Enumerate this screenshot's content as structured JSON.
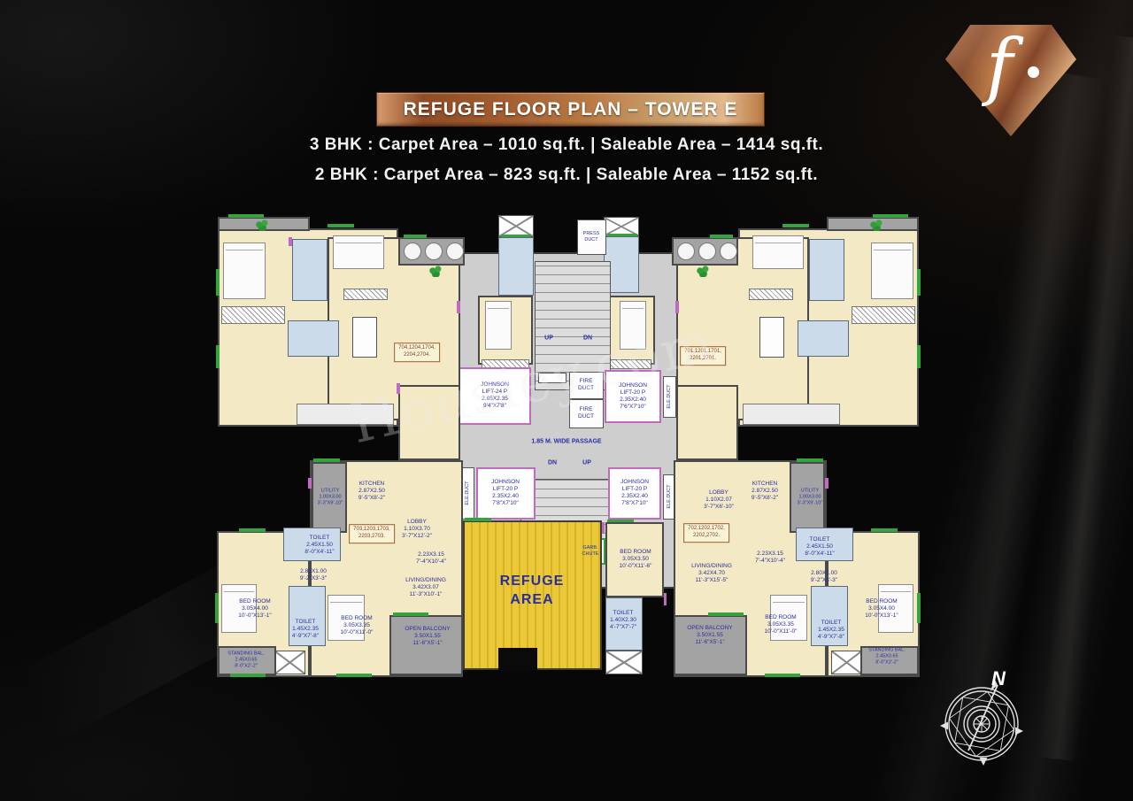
{
  "header": {
    "banner": "REFUGE FLOOR PLAN – TOWER E",
    "line1": "3 BHK : Carpet Area – 1010 sq.ft. | Saleable Area – 1414 sq.ft.",
    "line2": "2 BHK : Carpet Area – 823 sq.ft. | Saleable Area – 1152 sq.ft."
  },
  "logo": {
    "letter": "f"
  },
  "watermark": "Housiey.com",
  "compass": {
    "north": "N"
  },
  "colors": {
    "banner_copper": "#a05a2e",
    "room_cream": "#f3e9c4",
    "toilet_blue": "#ccdbe9",
    "refuge_yellow": "#eac838",
    "deck_gray": "#a3a3a3",
    "label_blue": "#2a2fa0",
    "unit_maroon": "#8a3b2a",
    "accent_green": "#35a33e",
    "accent_magenta": "#c06ac0"
  },
  "plan": {
    "core": {
      "press_duct": "PRESS\nDUCT",
      "up": "UP",
      "dn": "DN",
      "lift24": "JOHNSON\nLIFT-24 P\n2.85X2.35\n9'4\"X7'8\"",
      "fire_duct": "FIRE\nDUCT",
      "lift20_top": "JOHNSON\nLIFT-20 P\n2.35X2.40\n7'6\"X7'10\"",
      "lift20_left": "JOHNSON\nLIFT-20 P\n2.35X2.40\n7'8\"X7'10\"",
      "lift20_right": "JOHNSON\nLIFT-20 P\n2.35X2.40\n7'8\"X7'10\"",
      "ele_duct": "ELE.DUCT",
      "passage": "1.85 M. WIDE PASSAGE",
      "garbage_chute": "GARB.\nCHUTE",
      "refuge": "REFUGE\nAREA"
    },
    "units": {
      "u704": "704,1204,1704,\n2204,2704.",
      "u701": "701,1201,1701,\n2201,2701.",
      "u703": "703,1203,1703,\n2203,2703.",
      "u702": "702,1202,1702,\n2202,2702."
    },
    "rooms_703": {
      "utility": "UTILITY\n1.00X3.00\n3'-3\"X9'-10\"",
      "kitchen": "KITCHEN\n2.87X2.50\n9'-5\"X8'-2\"",
      "lobby": "LOBBY\n1.10X3.70\n3'-7\"X12'-2\"",
      "toilet_top": "TOILET\n2.45X1.50\n8'-0\"X4'-11\"",
      "dim_mid": "2.23X3.15\n7'-4\"X10'-4\"",
      "dim_small": "2.80X1.00\n9'-2\"X3'-3\"",
      "bedroom_corner": "BED ROOM\n3.05X4.00\n10'-0\"X13'-1\"",
      "toilet_mid": "TOILET\n1.45X2.35\n4'-9\"X7'-8\"",
      "bedroom_mid": "BED ROOM\n3.05X3.35\n10'-0\"X11'-0\"",
      "living": "LIVING/DINING\n3.42X3.07\n11'-3\"X10'-1\"",
      "open_balcony": "OPEN BALCONY\n3.50X1.55\n11'-6\"X5'-1\"",
      "standing_balcony": "STANDING BAL.\n2.45X0.65\n8'-0\"X2'-2\""
    },
    "rooms_702": {
      "utility": "UTILITY\n1.00X3.00\n3'-3\"X9'-10\"",
      "kitchen": "KITCHEN\n2.87X2.50\n9'-5\"X8'-2\"",
      "lobby": "LOBBY\n1.10X2.07\n3'-7\"X6'-10\"",
      "toilet_top": "TOILET\n2.45X1.50\n8'-0\"X4'-11\"",
      "dim_mid": "2.23X3.15\n7'-4\"X10'-4\"",
      "dim_small": "2.80X1.00\n9'-2\"X3'-3\"",
      "living": "LIVING/DINING\n3.42X4.70\n11'-3\"X15'-5\"",
      "bedroom_mid": "BED ROOM\n3.05X3.35\n10'-0\"X11'-0\"",
      "toilet_mid": "TOILET\n1.45X2.35\n4'-9\"X7'-8\"",
      "bedroom_corner": "BED ROOM\n3.05X4.00\n10'-0\"X13'-1\"",
      "bedroom_refuge": "BED ROOM\n3.05X3.50\n10'-0\"X11'-6\"",
      "toilet_refuge": "TOILET\n1.40X2.30\n4'-7\"X7'-7\"",
      "open_balcony": "OPEN BALCONY\n3.50X1.55\n11'-6\"X5'-1\"",
      "standing_balcony": "STANDING BAL.\n2.45X0.65\n8'-0\"X2'-2\""
    }
  }
}
